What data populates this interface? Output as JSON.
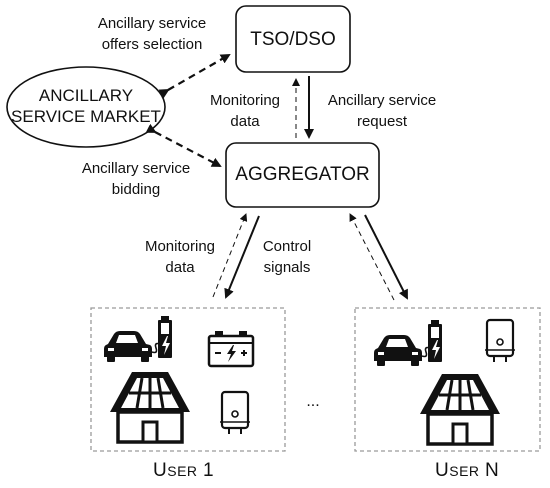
{
  "nodes": {
    "tso": "TSO/DSO",
    "market_line1": "ANCILLARY",
    "market_line2": "SERVICE MARKET",
    "aggregator": "AGGREGATOR"
  },
  "labels": {
    "offers_selection_1": "Ancillary service",
    "offers_selection_2": "offers selection",
    "monitoring_top_1": "Monitoring",
    "monitoring_top_2": "data",
    "request_1": "Ancillary service",
    "request_2": "request",
    "bidding_1": "Ancillary service",
    "bidding_2": "bidding",
    "monitoring_bottom_1": "Monitoring",
    "monitoring_bottom_2": "data",
    "control_1": "Control",
    "control_2": "signals",
    "ellipsis": "..."
  },
  "users": {
    "user1_first": "U",
    "user1_rest": "SER",
    "user1_num": "1",
    "userN_first": "U",
    "userN_rest": "SER",
    "userN_num": "N"
  },
  "icons": [
    "electric-car-icon",
    "battery-charging-icon",
    "car-battery-icon",
    "house-solar-icon",
    "water-heater-icon"
  ],
  "colors": {
    "stroke": "#111111",
    "dashed_box": "#9a9a9a"
  }
}
